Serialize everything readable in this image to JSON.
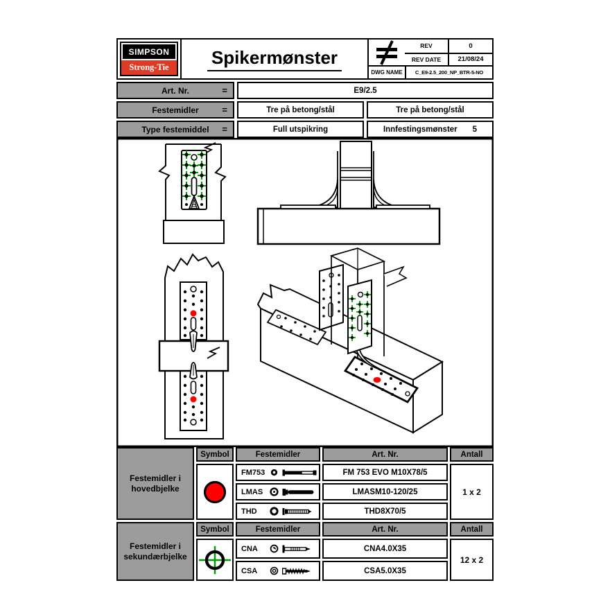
{
  "header": {
    "logo_line1": "SIMPSON",
    "logo_line2": "Strong-Tie",
    "title": "Spikermønster",
    "rev_label": "REV",
    "rev_value": "0",
    "rev_date_label": "REV DATE",
    "rev_date_value": "21/08/24",
    "dwg_name_label": "DWG NAME",
    "dwg_name_value": "C_E9-2.5_200_NP_BTR-5-NO"
  },
  "info": {
    "eq": "=",
    "art_nr_label": "Art. Nr.",
    "art_nr_value": "E9/2.5",
    "festemidler_label": "Festemidler",
    "festemidler_value1": "Tre på betong/stål",
    "festemidler_value2": "Tre på betong/stål",
    "type_label": "Type festemiddel",
    "type_value": "Full utspikring",
    "pattern_label": "Innfestingsmønster",
    "pattern_value": "5"
  },
  "table_headers": {
    "symbol": "Symbol",
    "festemidler": "Festemidler",
    "art_nr": "Art. Nr.",
    "antall": "Antall"
  },
  "hovedbjelke": {
    "label": "Festemidler i hovedbjelke",
    "symbol_icon": "red-dot-symbol",
    "rows": [
      {
        "code": "FM753",
        "art_nr": "FM 753 EVO M10X78/5"
      },
      {
        "code": "LMAS",
        "art_nr": "LMASM10-120/25"
      },
      {
        "code": "THD",
        "art_nr": "THD8X70/5"
      }
    ],
    "antall": "1 x 2"
  },
  "sekundaerbjelke": {
    "label": "Festemidler i sekundærbjelke",
    "symbol_icon": "crosshair-symbol",
    "rows": [
      {
        "code": "CNA",
        "art_nr": "CNA4.0X35"
      },
      {
        "code": "CSA",
        "art_nr": "CSA5.0X35"
      }
    ],
    "antall": "12 x 2"
  },
  "colors": {
    "cell_gray": "#9c9c9c",
    "brand_red": "#de3b26",
    "symbol_red": "#ff0000",
    "nail_green": "#009b00"
  }
}
